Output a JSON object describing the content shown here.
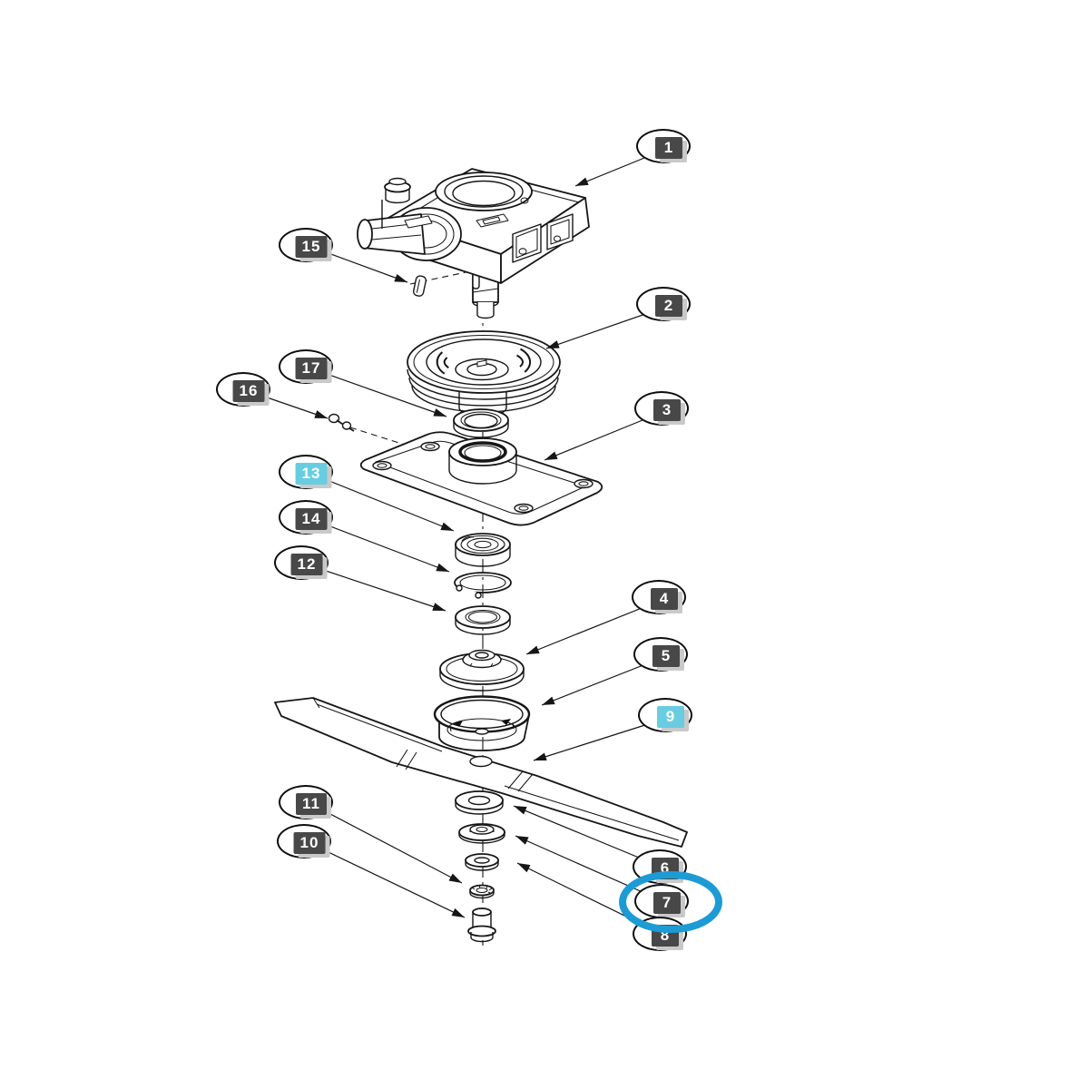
{
  "diagram": {
    "type": "exploded-parts-diagram",
    "background": "#ffffff",
    "badge_color": "#484848",
    "badge_text_color": "#ffffff",
    "highlight_color": "#68cde0",
    "annotation_circle_color": "#1d9bd5",
    "line_color": "#161616",
    "highlighted_callouts": [
      "9",
      "13"
    ],
    "circled_callout": "7",
    "callouts": [
      {
        "number": "1",
        "highlighted": false,
        "circled": false
      },
      {
        "number": "2",
        "highlighted": false,
        "circled": false
      },
      {
        "number": "3",
        "highlighted": false,
        "circled": false
      },
      {
        "number": "4",
        "highlighted": false,
        "circled": false
      },
      {
        "number": "5",
        "highlighted": false,
        "circled": false
      },
      {
        "number": "6",
        "highlighted": false,
        "circled": false
      },
      {
        "number": "7",
        "highlighted": false,
        "circled": true
      },
      {
        "number": "8",
        "highlighted": false,
        "circled": false
      },
      {
        "number": "9",
        "highlighted": true,
        "circled": false
      },
      {
        "number": "10",
        "highlighted": false,
        "circled": false
      },
      {
        "number": "11",
        "highlighted": false,
        "circled": false
      },
      {
        "number": "12",
        "highlighted": false,
        "circled": false
      },
      {
        "number": "13",
        "highlighted": true,
        "circled": false
      },
      {
        "number": "14",
        "highlighted": false,
        "circled": false
      },
      {
        "number": "15",
        "highlighted": false,
        "circled": false
      },
      {
        "number": "16",
        "highlighted": false,
        "circled": false
      },
      {
        "number": "17",
        "highlighted": false,
        "circled": false
      }
    ]
  }
}
